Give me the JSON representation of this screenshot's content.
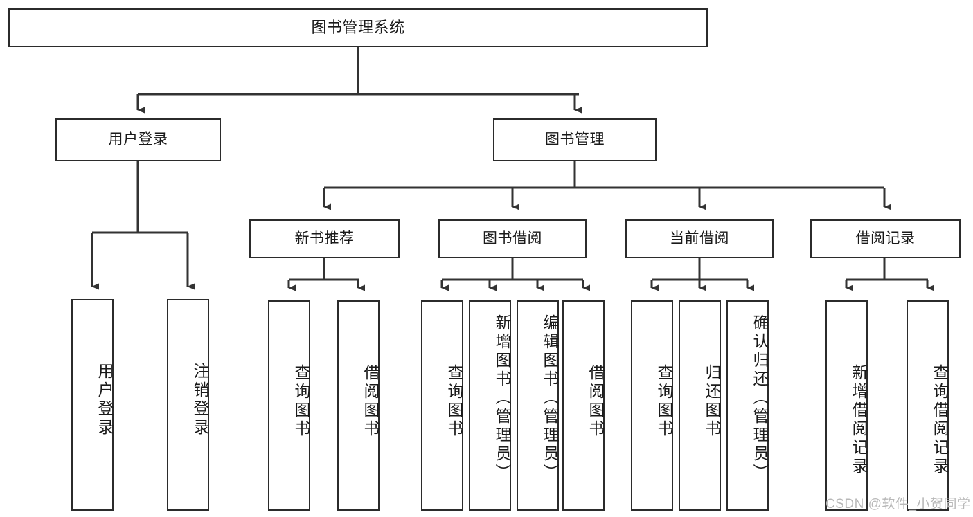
{
  "diagram": {
    "type": "tree-hierarchy-chart",
    "title": "图书管理系统",
    "watermark": "CSDN @软件_小贺同学",
    "colors": {
      "box_border": "#2b2b2b",
      "connector": "#333333",
      "background": "#ffffff",
      "text": "#1a1a1a",
      "watermark": "#b8b8b8"
    },
    "levels": {
      "root": {
        "label": "图书管理系统"
      },
      "level1": [
        {
          "label": "用户登录"
        },
        {
          "label": "图书管理"
        }
      ],
      "level2": [
        {
          "label": "新书推荐"
        },
        {
          "label": "图书借阅"
        },
        {
          "label": "当前借阅"
        },
        {
          "label": "借阅记录"
        }
      ],
      "leaves": {
        "user_login": [
          {
            "label": "用户登录"
          },
          {
            "label": "注销登录"
          }
        ],
        "new_book_recommend": [
          {
            "label": "查询图书"
          },
          {
            "label": "借阅图书"
          }
        ],
        "book_borrow": [
          {
            "label": "查询图书"
          },
          {
            "label": "新增图书（管理员）"
          },
          {
            "label": "编辑图书（管理员）"
          },
          {
            "label": "借阅图书"
          }
        ],
        "current_borrow": [
          {
            "label": "查询图书"
          },
          {
            "label": "归还图书"
          },
          {
            "label": "确认归还（管理员）"
          }
        ],
        "borrow_record": [
          {
            "label": "新增借阅记录"
          },
          {
            "label": "查询借阅记录"
          }
        ]
      }
    }
  }
}
